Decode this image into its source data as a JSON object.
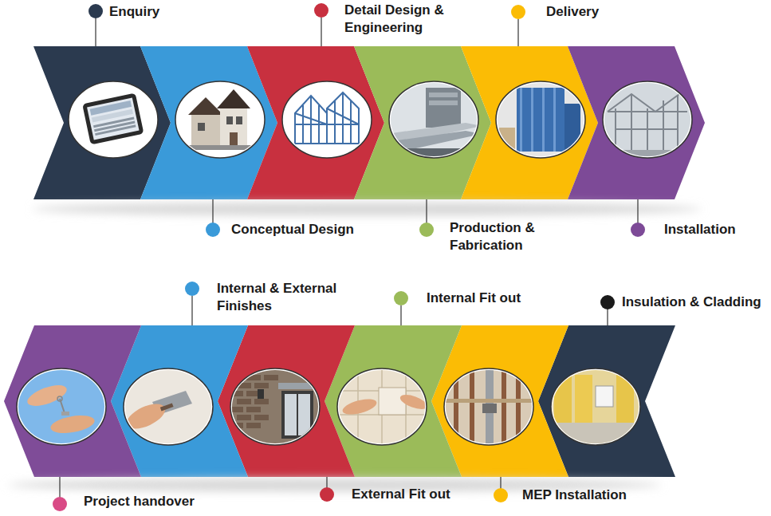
{
  "diagram": {
    "nodes": [
      {
        "text": [
          "Enquiry"
        ]
      },
      {
        "text": [
          "Conceptual Design"
        ]
      },
      {
        "text": [
          "Detail Design & Engineering"
        ]
      },
      {
        "text": [
          "Production & Fabrication"
        ]
      },
      {
        "text": [
          "Delivery"
        ]
      },
      {
        "text": [
          "Installation"
        ]
      },
      {
        "text": [
          "Insulation & Cladding"
        ]
      },
      {
        "text": [
          "MEP Installation"
        ]
      },
      {
        "text": [
          "Internal Fit out"
        ]
      },
      {
        "text": [
          "External Fit out"
        ]
      },
      {
        "text": [
          "Internal & External Finishes"
        ]
      },
      {
        "text": [
          "Project handover"
        ]
      }
    ]
  }
}
